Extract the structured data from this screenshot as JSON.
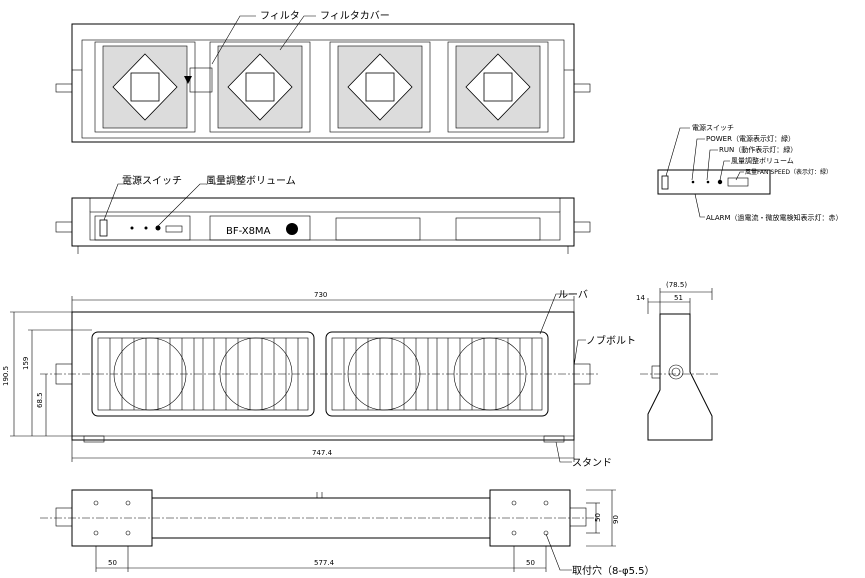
{
  "top_view": {
    "label_filter": "フィルタ",
    "label_filter_cover": "フィルタカバー"
  },
  "front_view": {
    "label_power_switch": "電源スイッチ",
    "label_volume": "風量調整ボリューム",
    "model_name": "BF-X8MA"
  },
  "panel_detail": {
    "label_power_switch": "電源スイッチ",
    "label_power_lamp": "POWER（電源表示灯：緑）",
    "label_run_lamp": "RUN（動作表示灯：緑）",
    "label_volume": "風量調整ボリューム",
    "label_fan_speed": "風量FAN SPEED（表示灯：緑）",
    "label_alarm": "ALARM（過電流・微放電検知表示灯：赤）"
  },
  "main_view": {
    "label_louver": "ルーバ",
    "label_knob_bolt": "ノブボルト",
    "label_stand": "スタンド",
    "dim_width_730": "730",
    "dim_height_190_5": "190.5",
    "dim_height_159": "159",
    "dim_height_68_5": "68.5",
    "dim_width_747_4": "747.4"
  },
  "side_view": {
    "dim_78_5": "(78.5)",
    "dim_14": "14",
    "dim_51": "51"
  },
  "bottom_view": {
    "dim_50_left": "50",
    "dim_577_4": "577.4",
    "dim_50_right": "50",
    "dim_50_vertical": "50",
    "dim_90_vertical": "90",
    "label_mount_hole": "取付穴（8-φ5.5）"
  }
}
